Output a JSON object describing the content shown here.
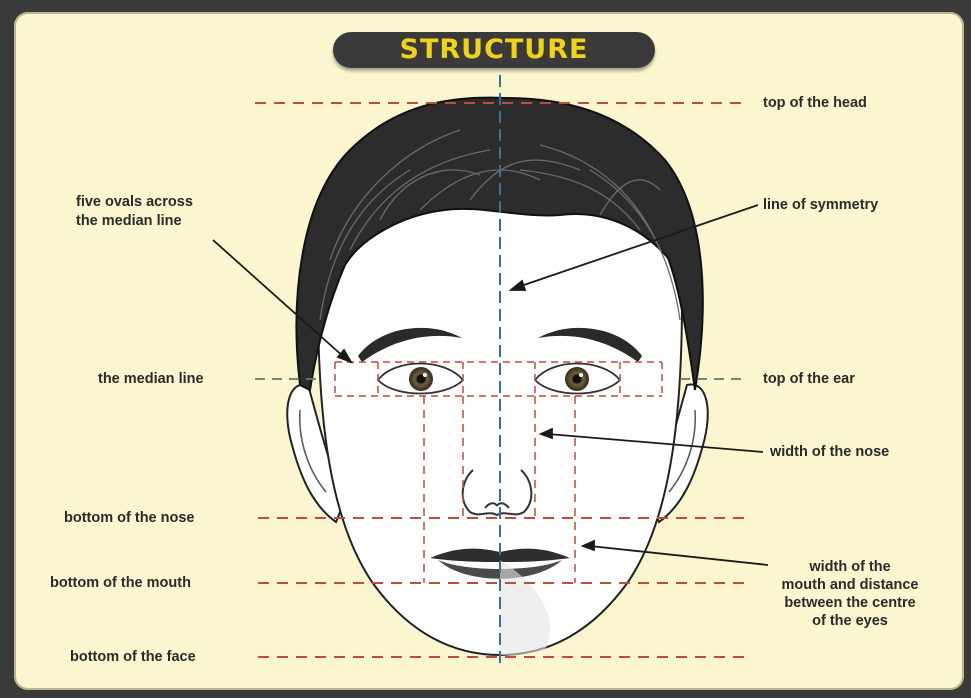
{
  "title": "STRUCTURE",
  "labels": {
    "top_of_head": "top of the head",
    "five_ovals_line1": "five ovals across",
    "five_ovals_line2": "the median line",
    "line_of_symmetry": "line of symmetry",
    "median_line": "the median line",
    "top_of_ear": "top of the ear",
    "width_of_nose": "width of the nose",
    "bottom_of_nose": "bottom of the nose",
    "bottom_of_mouth": "bottom of the mouth",
    "bottom_of_face": "bottom of the face",
    "width_mouth_line1": "width of the",
    "width_mouth_line2": "mouth and distance",
    "width_mouth_line3": "between the centre",
    "width_mouth_line4": "of the eyes"
  },
  "colors": {
    "background": "#fbf6cf",
    "title_pill": "#3a3a3a",
    "title_text": "#f1d21a",
    "guide_red": "#c44a3a",
    "symmetry_blue": "#3b6f9c"
  }
}
